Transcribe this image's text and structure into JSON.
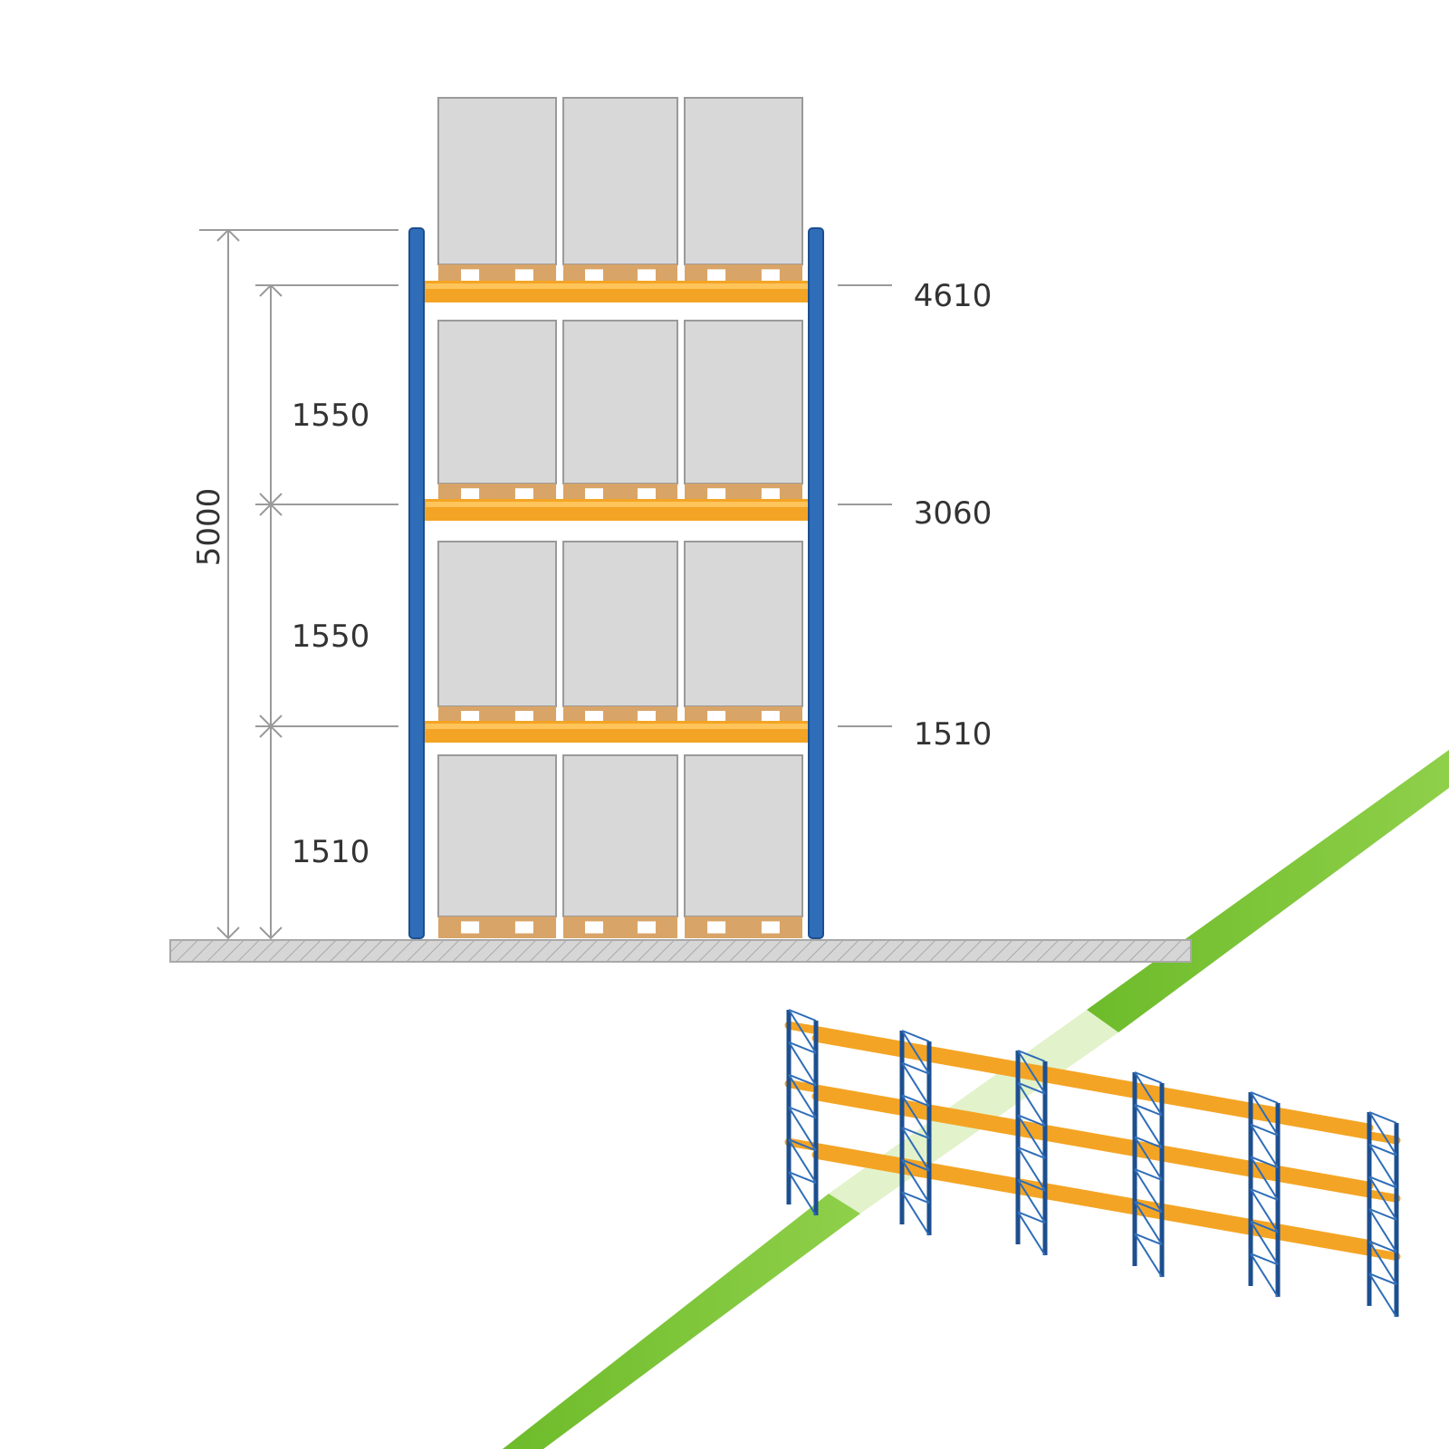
{
  "colors": {
    "upright": "#2f6db8",
    "upright_dark": "#1d4f8f",
    "beam": "#f4a424",
    "beam_light": "#ffc45a",
    "pallet": "#d9a467",
    "pallet_gap": "#ffffff",
    "box_fill": "#d8d8d8",
    "box_stroke": "#9a9a9a",
    "dim_line": "#9a9a9a",
    "floor": "#d6d6d6",
    "floor_hatch": "#a9a9a9",
    "divider_green": "#6dbb2a",
    "text": "#333333"
  },
  "dimensions": {
    "overall_height": "5000",
    "level_heights": [
      "1550",
      "1550",
      "1510"
    ],
    "beam_elevations": [
      "4610",
      "3060",
      "1510"
    ]
  },
  "icons": {
    "rack_elevation": "pallet-rack-elevation",
    "rack_isometric": "pallet-rack-isometric",
    "divider": "green-diagonal-divider"
  }
}
